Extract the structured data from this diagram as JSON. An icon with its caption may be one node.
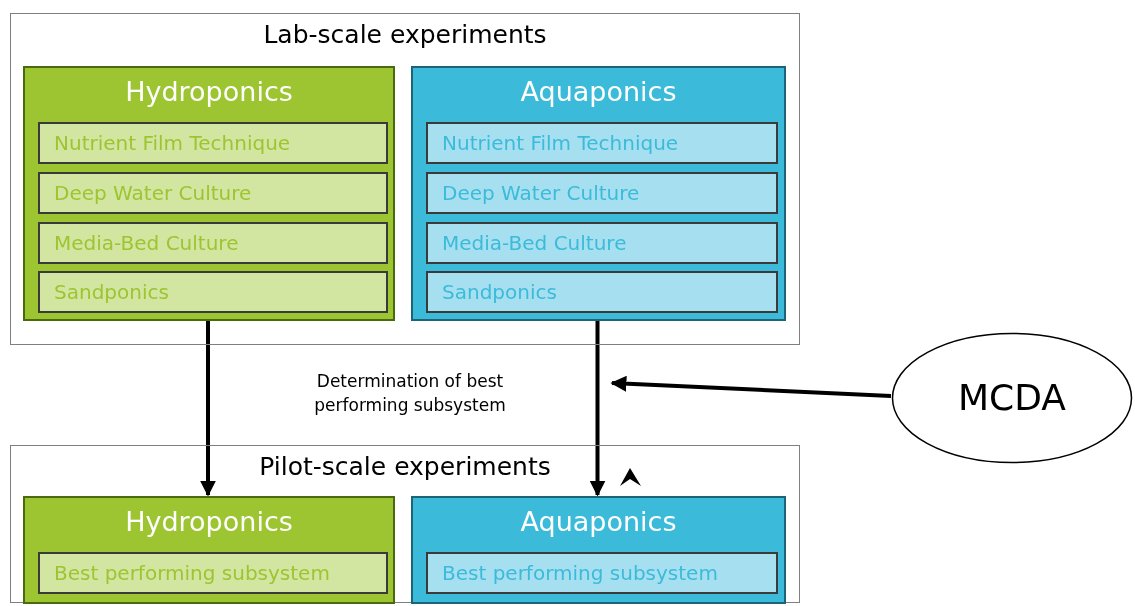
{
  "diagram": {
    "nodes": [
      {
        "text": [
          "Lab-scale experiments"
        ]
      },
      {
        "text": [
          "Hydroponics"
        ],
        "in": 0
      },
      {
        "text": [
          "Nutrient Film Technique"
        ],
        "in": 1
      },
      {
        "text": [
          "Deep Water Culture"
        ],
        "in": 1
      },
      {
        "text": [
          "Media-Bed Culture"
        ],
        "in": 1
      },
      {
        "text": [
          "Sandponics"
        ],
        "in": 1
      },
      {
        "text": [
          "Aquaponics"
        ],
        "in": 0
      },
      {
        "text": [
          "Nutrient Film Technique"
        ],
        "in": 6
      },
      {
        "text": [
          "Deep Water Culture"
        ],
        "in": 6
      },
      {
        "text": [
          "Media-Bed Culture"
        ],
        "in": 6
      },
      {
        "text": [
          "Sandponics"
        ],
        "in": 6
      },
      {
        "text": [
          "Pilot-scale experiments"
        ]
      },
      {
        "text": [
          "Hydroponics"
        ],
        "in": 11
      },
      {
        "text": [
          "Best performing subsystem"
        ],
        "in": 12
      },
      {
        "text": [
          "Aquaponics"
        ],
        "in": 11
      },
      {
        "text": [
          "Best performing subsystem"
        ],
        "in": 14
      },
      {
        "text": [
          "MCDA"
        ]
      }
    ],
    "edges": [
      {
        "from": 1,
        "to": 12,
        "arrow": "to"
      },
      {
        "from": 6,
        "to": 14,
        "arrow": "to"
      },
      {
        "from": 16,
        "to": null,
        "arrow": "to"
      }
    ],
    "labels": [
      "Determination of best performing subsystem"
    ]
  }
}
